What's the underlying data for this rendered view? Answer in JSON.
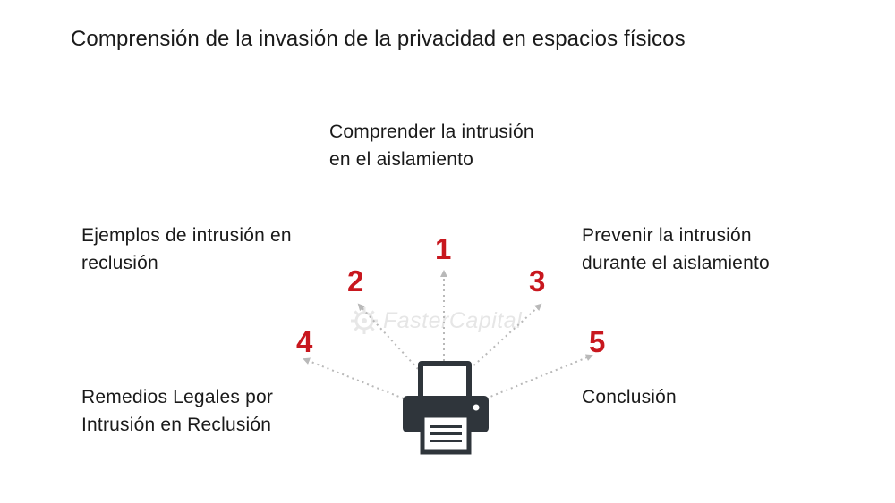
{
  "title": "Comprensión de la invasión de la privacidad en espacios físicos",
  "items": [
    {
      "number": "1",
      "lines": [
        "Comprender la intrusión",
        "en el aislamiento"
      ]
    },
    {
      "number": "2",
      "lines": [
        "Ejemplos de intrusión en",
        "reclusión"
      ]
    },
    {
      "number": "3",
      "lines": [
        "Prevenir la intrusión",
        "durante el aislamiento"
      ]
    },
    {
      "number": "4",
      "lines": [
        "Remedios Legales por",
        "Intrusión en Reclusión"
      ]
    },
    {
      "number": "5",
      "lines": [
        "Conclusión"
      ]
    }
  ],
  "watermark": "FasterCapital",
  "center_icon": "printer-icon",
  "colors": {
    "number": "#c8171e",
    "text": "#1a1a1a",
    "icon": "#2f353b",
    "arrow": "#b9b9b9"
  }
}
